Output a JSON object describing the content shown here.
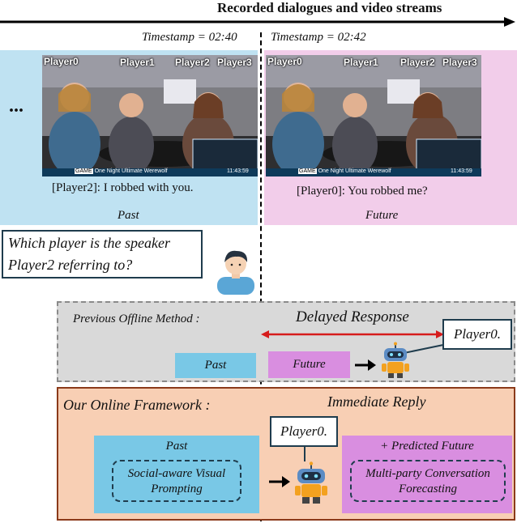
{
  "timeline": {
    "title": "Recorded dialogues and video streams",
    "ellipsis": "···"
  },
  "timestamps": {
    "past": "Timestamp = 02:40",
    "future": "Timestamp = 02:42"
  },
  "frames": {
    "player_labels": [
      "Player0",
      "Player1",
      "Player2",
      "Player3"
    ],
    "overlay_time": "11:43:59",
    "overlay_game": "GAME",
    "overlay_game_title": "One Night Ultimate Werewolf"
  },
  "past_panel": {
    "dialogue": "[Player2]: I robbed with you.",
    "caption": "Past"
  },
  "future_panel": {
    "dialogue": "[Player0]: You robbed me?",
    "caption": "Future"
  },
  "question": {
    "text": "Which player is the speaker Player2 referring to?"
  },
  "offline": {
    "label": "Previous Offline Method :",
    "delayed": "Delayed Response",
    "past_chip": "Past",
    "future_chip": "Future",
    "answer": "Player0."
  },
  "online": {
    "label": "Our Online Framework :",
    "immediate": "Immediate Reply",
    "past_title": "Past",
    "past_module": "Social-aware Visual Prompting",
    "future_title": "+ Predicted Future",
    "future_module": "Multi-party Conversation Forecasting",
    "answer": "Player0."
  },
  "colors": {
    "past_blue": "#bfe2f2",
    "future_pink": "#f2cdea",
    "chip_blue": "#79c8e6",
    "chip_pink": "#d98ee0",
    "offline_gray": "#d9d9d9",
    "online_peach": "#f8cfb4",
    "online_border": "#8b3a1a",
    "delay_arrow": "#d61c1c",
    "dark_frame": "#1f3c4d"
  },
  "icons": {
    "person": "person-avatar-icon",
    "robot": "robot-icon",
    "arrow": "right-arrow-icon"
  }
}
